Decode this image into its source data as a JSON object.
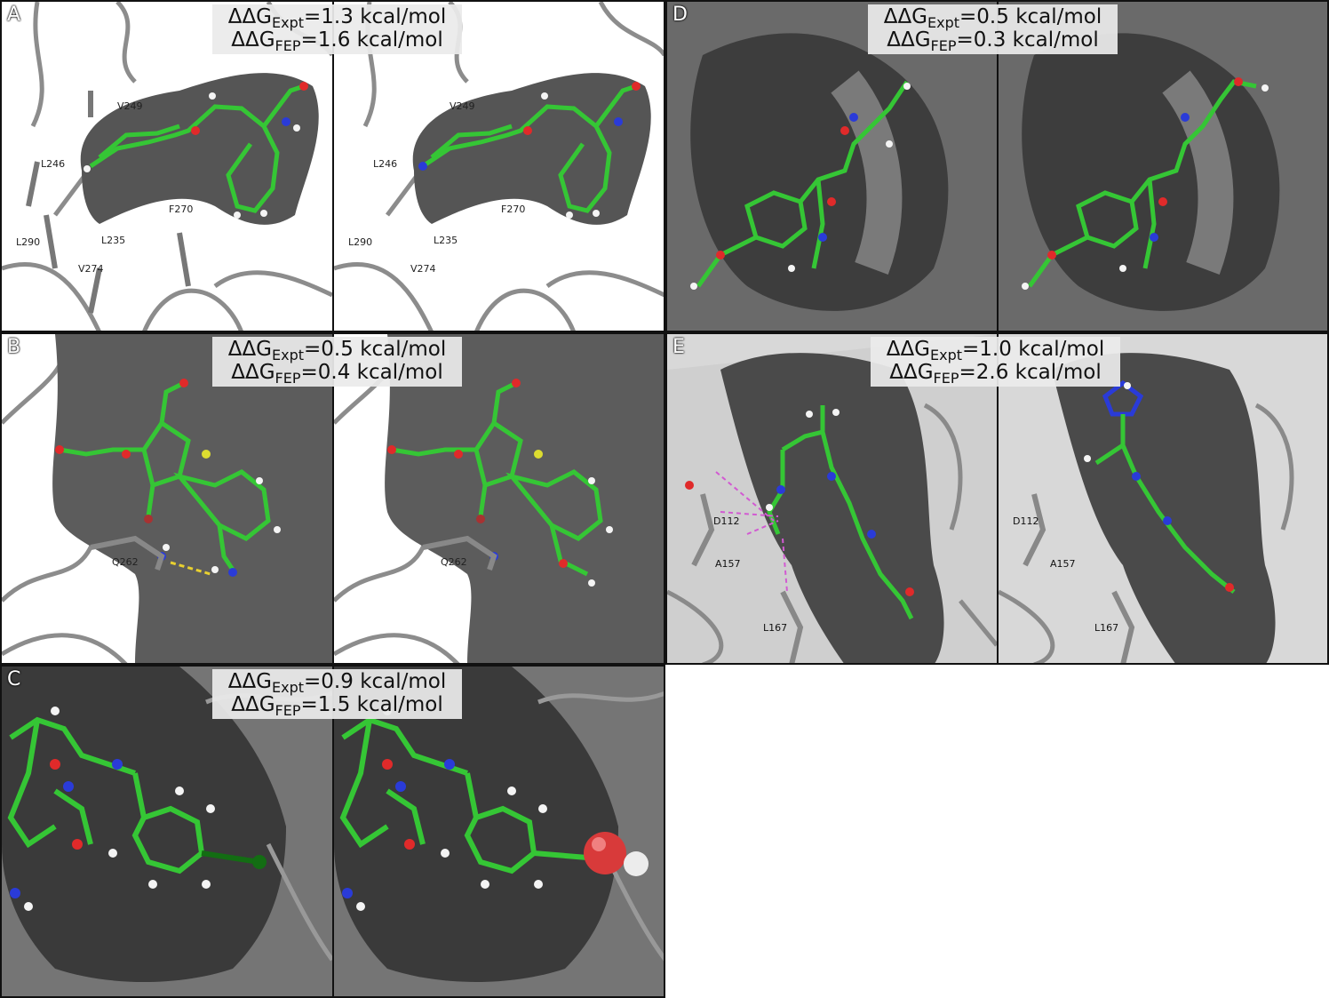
{
  "panels": [
    {
      "id": "A",
      "label": "A",
      "expt": "=1.3 kcal/mol",
      "fep": "=1.6 kcal/mol",
      "residues": [
        "V249",
        "L246",
        "F270",
        "L290",
        "L235",
        "V274"
      ]
    },
    {
      "id": "B",
      "label": "B",
      "expt": "=0.5 kcal/mol",
      "fep": "=0.4 kcal/mol",
      "residues": [
        "Q262"
      ]
    },
    {
      "id": "C",
      "label": "C",
      "expt": "=0.9 kcal/mol",
      "fep": "=1.5 kcal/mol",
      "residues": []
    },
    {
      "id": "D",
      "label": "D",
      "expt": "=0.5 kcal/mol",
      "fep": "=0.3 kcal/mol",
      "residues": []
    },
    {
      "id": "E",
      "label": "E",
      "expt": "=1.0 kcal/mol",
      "fep": "=2.6 kcal/mol",
      "residues": [
        "D112",
        "A157",
        "L167"
      ]
    }
  ],
  "symbols": {
    "ddg": "ΔΔG",
    "expt_sub": "Expt",
    "fep_sub": "FEP"
  },
  "colors": {
    "carbon": "#35c635",
    "oxygen": "#e02a2a",
    "nitrogen": "#2a3bd8",
    "sulfur": "#dcdc30",
    "hydrogen": "#f4f4f4",
    "chlorine": "#136d13",
    "surface": "#595959",
    "ribbon": "#8c8c8c"
  }
}
